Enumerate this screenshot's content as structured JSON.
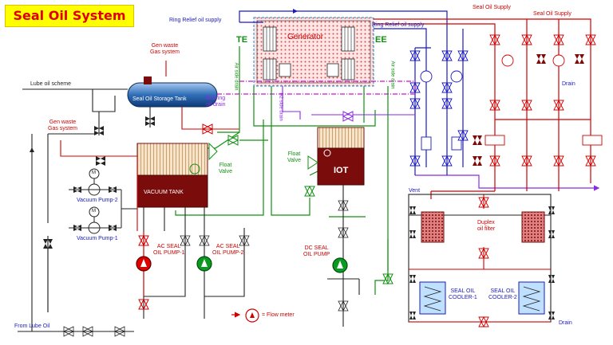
{
  "title": "Seal Oil System",
  "labels": {
    "ring_relief_1": "Ring Relief oil supply",
    "ring_relief_2": "Ring Relief oil supply",
    "seal_oil_supply_1": "Seal Oil Supply",
    "seal_oil_supply_2": "Seal Oil Supply",
    "gen_waste_top": "Gen waste\nGas system",
    "gen_waste_left": "Gen waste\nGas system",
    "lube_oil_scheme": "Lube oil scheme",
    "storage_tank": "Seal Oil Storage Tank",
    "bearing_drain": "Bearing\noil drain",
    "generator": "Generator",
    "te": "TE",
    "ee": "EE",
    "air_side_drain_left": "Air side drain",
    "air_side_drain_right": "Air side drain",
    "h2_side_drain": "H2 side drain",
    "float_valve_1": "Float\nValve",
    "float_valve_2": "Float\nValve",
    "iot": "IOT",
    "vacuum_tank": "VACUUM TANK",
    "vacuum_pump_2": "Vacuum Pump-2",
    "vacuum_pump_1": "Vacuum Pump-1",
    "ac_pump_1": "AC SEAL\nOIL PUMP-1",
    "ac_pump_2": "AC SEAL\nOIL PUMP-2",
    "dc_pump": "DC SEAL\nOIL PUMP",
    "flow_meter": "= Flow meter",
    "from_lube_oil": "From Lube Oil",
    "vent": "Vent",
    "duplex_filter": "Duplex\noil filter",
    "cooler_1": "SEAL OIL\nCOOLER-1",
    "cooler_2": "SEAL OIL\nCOOLER-2",
    "drain_right": "Drain",
    "drain_bottom": "Drain",
    "motor_symbol": "M"
  },
  "colors": {
    "title_bg": "#ffff00",
    "title_text": "#e00000",
    "red_line": "#d00000",
    "blue_line": "#1a1ac0",
    "green_line": "#109010",
    "purple_line": "#8a2be2",
    "vacuum_tank": "#7a0c0c",
    "iot": "#7a0c0c",
    "storage_tank": "#1f5fa8"
  }
}
